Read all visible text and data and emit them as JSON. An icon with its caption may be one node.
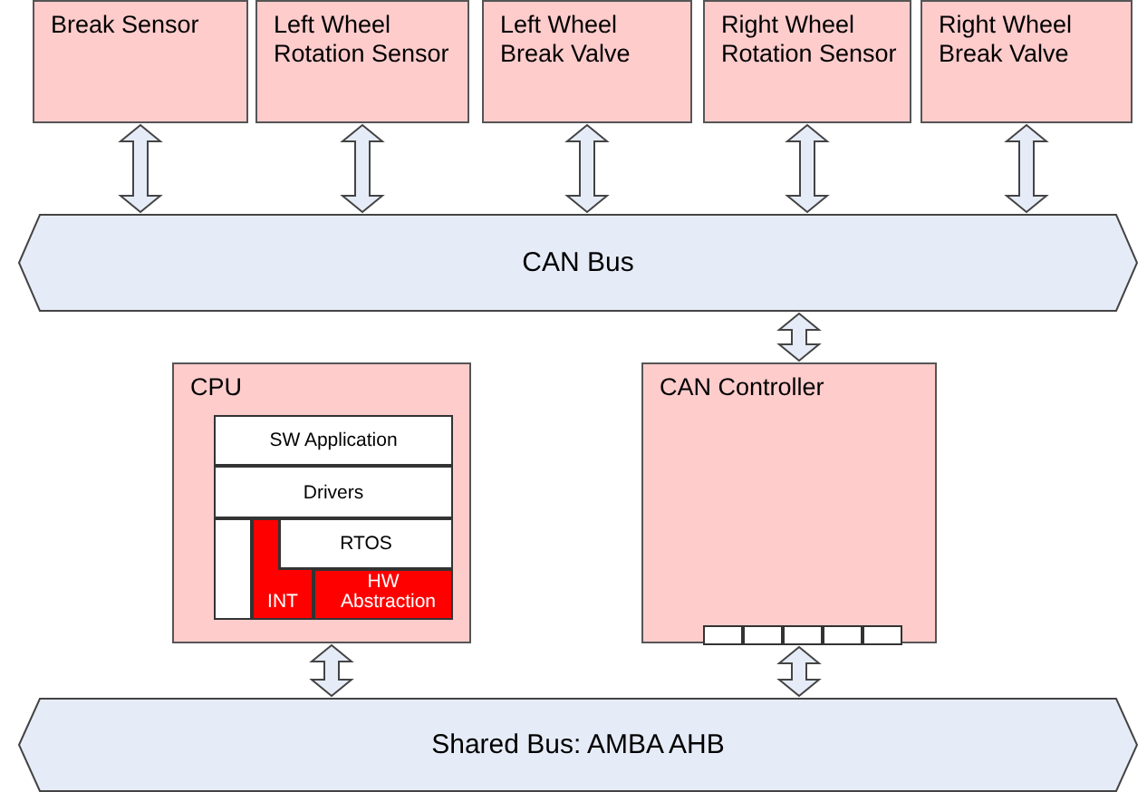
{
  "diagram": {
    "nodes": [
      {
        "text": [
          "Break Sensor"
        ]
      },
      {
        "text": [
          "Left Wheel Rotation Sensor"
        ]
      },
      {
        "text": [
          "Left Wheel Break Valve"
        ]
      },
      {
        "text": [
          "Right Wheel Rotation Sensor"
        ]
      },
      {
        "text": [
          "Right Wheel Break Valve"
        ]
      },
      {
        "text": [
          "CAN Bus"
        ]
      },
      {
        "text": [
          "CPU"
        ]
      },
      {
        "text": [
          "SW Application"
        ],
        "in": 6
      },
      {
        "text": [
          "Drivers"
        ],
        "in": 6
      },
      {
        "text": [],
        "shape": "box",
        "in": 6
      },
      {
        "text": [
          "INT"
        ],
        "in": 6
      },
      {
        "text": [
          "RTOS"
        ],
        "in": 6
      },
      {
        "text": [
          "HW Abstraction"
        ],
        "in": 6
      },
      {
        "text": [
          "CAN Controller"
        ]
      },
      {
        "text": [],
        "shape": "box",
        "in": 13
      },
      {
        "text": [],
        "shape": "box",
        "in": 13
      },
      {
        "text": [],
        "shape": "box",
        "in": 13
      },
      {
        "text": [],
        "shape": "box",
        "in": 13
      },
      {
        "text": [],
        "shape": "box",
        "in": 13
      },
      {
        "text": [
          "Shared Bus: AMBA AHB"
        ]
      }
    ],
    "edges": [
      {
        "from": 0,
        "to": 5,
        "arrow": "both"
      },
      {
        "from": 1,
        "to": 5,
        "arrow": "both"
      },
      {
        "from": 2,
        "to": 5,
        "arrow": "both"
      },
      {
        "from": 3,
        "to": 5,
        "arrow": "both"
      },
      {
        "from": 4,
        "to": 5,
        "arrow": "both"
      },
      {
        "from": 5,
        "to": 13,
        "arrow": "both"
      },
      {
        "from": 6,
        "to": 19,
        "arrow": "both"
      },
      {
        "from": 13,
        "to": 19,
        "arrow": "both"
      }
    ]
  }
}
